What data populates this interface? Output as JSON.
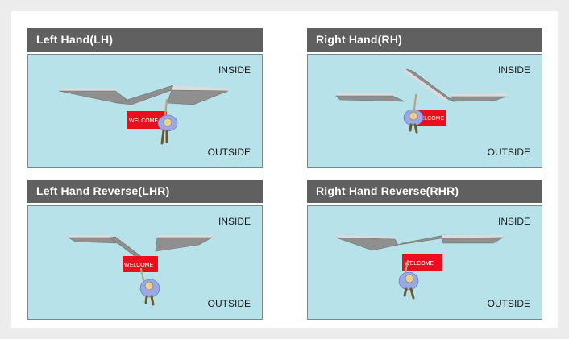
{
  "panels": [
    {
      "title": "Left Hand(LH)",
      "inside_label": "INSIDE",
      "outside_label": "OUTSIDE",
      "sign_text": "WELCOME"
    },
    {
      "title": "Right Hand(RH)",
      "inside_label": "INSIDE",
      "outside_label": "OUTSIDE",
      "sign_text": "WELCOME"
    },
    {
      "title": "Left Hand Reverse(LHR)",
      "inside_label": "INSIDE",
      "outside_label": "OUTSIDE",
      "sign_text": "WELCOME"
    },
    {
      "title": "Right Hand Reverse(RHR)",
      "inside_label": "INSIDE",
      "outside_label": "OUTSIDE",
      "sign_text": "WELCOME"
    }
  ],
  "colors": {
    "header": "#606060",
    "scene_bg": "#b7e2ea",
    "sign": "#e8101d",
    "door": "#8f8f8f"
  }
}
